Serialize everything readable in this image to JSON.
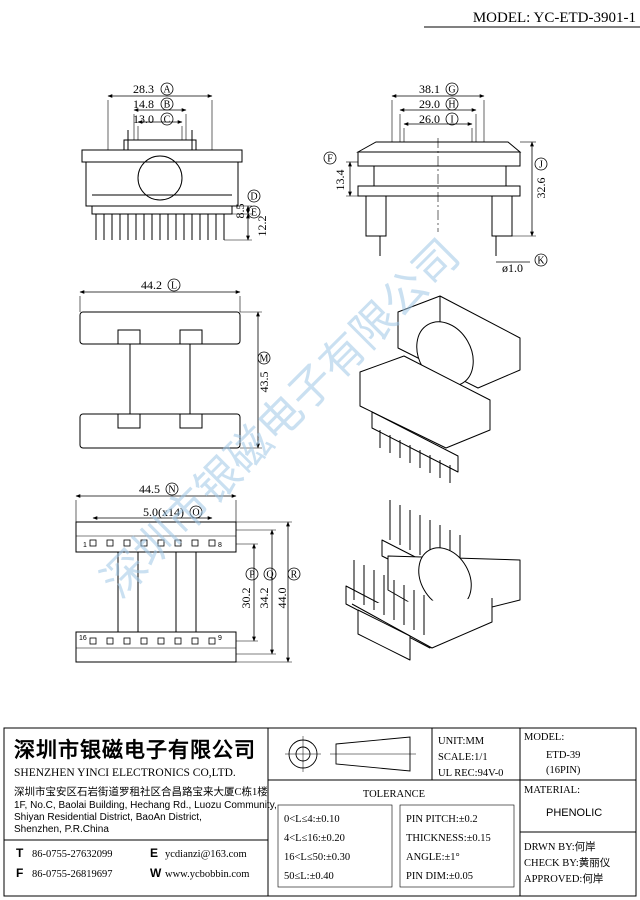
{
  "model": "MODEL: YC-ETD-3901-1",
  "watermark": "深圳市银磁电子有限公司",
  "dims": {
    "A": {
      "value": "28.3",
      "tag": "A"
    },
    "B": {
      "value": "14.8",
      "tag": "B"
    },
    "C": {
      "value": "13.0",
      "tag": "C"
    },
    "D": {
      "value": "8.5",
      "tag": "D"
    },
    "E": {
      "value": "12.2",
      "tag": "E"
    },
    "F": {
      "value": "13.4",
      "tag": "F"
    },
    "G": {
      "value": "38.1",
      "tag": "G"
    },
    "H": {
      "value": "29.0",
      "tag": "H"
    },
    "I": {
      "value": "26.0",
      "tag": "I"
    },
    "J": {
      "value": "32.6",
      "tag": "J"
    },
    "K": {
      "value": "ø1.0",
      "tag": "K"
    },
    "L": {
      "value": "44.2",
      "tag": "L"
    },
    "M": {
      "value": "43.5",
      "tag": "M"
    },
    "N": {
      "value": "44.5",
      "tag": "N"
    },
    "O": {
      "value": "5.0(x14)",
      "tag": "O"
    },
    "P": {
      "value": "30.2",
      "tag": "P"
    },
    "Q": {
      "value": "34.2",
      "tag": "Q"
    },
    "R": {
      "value": "44.0",
      "tag": "R"
    }
  },
  "pin_marks": {
    "top_left": "1",
    "top_right": "8",
    "bottom_left": "16",
    "bottom_right": "9"
  },
  "title_block": {
    "company_cn": "深圳市银磁电子有限公司",
    "company_en": "SHENZHEN YINCI ELECTRONICS CO,LTD.",
    "address_cn": "深圳市宝安区石岩街道罗租社区合昌路宝来大厦C栋1楼",
    "address_en": [
      "1F, No.C, Baolai Building, Hechang Rd., Luozu Community,",
      "Shiyan Residential District, BaoAn District,",
      "Shenzhen, P.R.China"
    ],
    "tel_label": "T",
    "tel": "86-0755-27632099",
    "fax_label": "F",
    "fax": "86-0755-26819697",
    "email_label": "E",
    "email": "ycdianzi@163.com",
    "web_label": "W",
    "web": "www.ycbobbin.com",
    "unit": "UNIT:MM",
    "scale": "SCALE:1/1",
    "ul": "UL REC:94V-0",
    "model_label": "MODEL:",
    "model_name": "ETD-39",
    "pins": "(16PIN)",
    "tolerance_title": "TOLERANCE",
    "tol_left": [
      "0<L≤4:±0.10",
      "4<L≤16:±0.20",
      "16<L≤50:±0.30",
      "50≤L:±0.40"
    ],
    "tol_right": [
      "PIN PITCH:±0.2",
      "THICKNESS:±0.15",
      "ANGLE:±1°",
      "PIN DIM:±0.05"
    ],
    "material_label": "MATERIAL:",
    "material": "PHENOLIC",
    "drawn": "DRWN BY:何岸",
    "check": "CHECK BY:黄丽仪",
    "approved": "APPROVED:何岸"
  }
}
